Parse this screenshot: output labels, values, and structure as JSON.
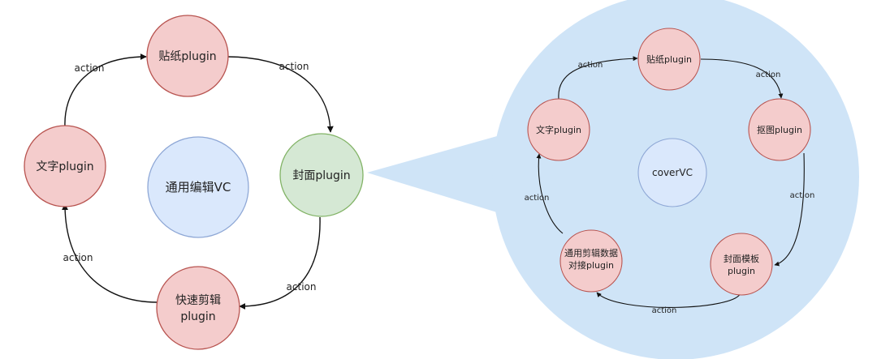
{
  "colors": {
    "plugin_fill": "#f4cccc",
    "plugin_stroke": "#b85450",
    "center_fill": "#dae8fc",
    "center_stroke": "#8fa8d6",
    "cover_plugin_fill": "#d5e8d4",
    "cover_plugin_stroke": "#82b366",
    "zoom_bubble_fill": "#cfe4f7",
    "edge": "#111111",
    "text": "#222222"
  },
  "left_diagram": {
    "center": "通用编辑VC",
    "nodes": {
      "sticker": "贴纸plugin",
      "cover": "封面plugin",
      "quick_edit_line1": "快速剪辑",
      "quick_edit_line2": "plugin",
      "text": "文字plugin"
    },
    "edge_labels": {
      "text_to_sticker": "action",
      "sticker_to_cover": "action",
      "cover_to_quick_edit": "action",
      "quick_edit_to_text": "action"
    }
  },
  "right_diagram": {
    "center": "coverVC",
    "nodes": {
      "sticker": "贴纸plugin",
      "matting": "抠图plugin",
      "cover_template_line1": "封面模板",
      "cover_template_line2": "plugin",
      "edit_data_line1": "通用剪辑数据",
      "edit_data_line2": "对接plugin",
      "text": "文字plugin"
    },
    "edge_labels": {
      "text_to_sticker": "action",
      "sticker_to_matting": "action",
      "matting_to_template": "action",
      "template_to_edit_data": "action",
      "edit_data_to_text": "action"
    }
  }
}
